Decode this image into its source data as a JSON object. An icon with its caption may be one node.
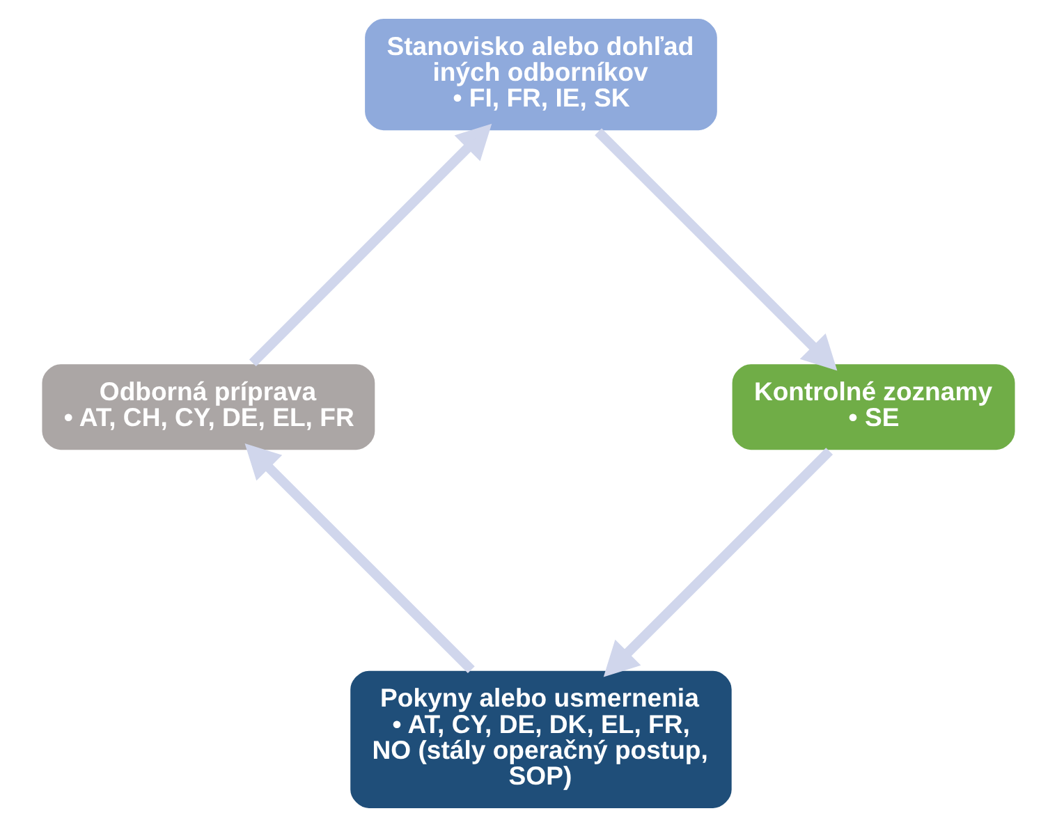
{
  "diagram": {
    "nodes": [
      {
        "text": [
          "Pokyny alebo usmernenia",
          "• AT, CY, DE, DK, EL, FR, NO (stály operačný postup, SOP)"
        ]
      },
      {
        "text": [
          "Kontrolné zoznamy",
          "• SE"
        ]
      },
      {
        "text": [
          "Odborná príprava",
          "• AT, CH, CY, DE, EL, FR"
        ]
      },
      {
        "text": [
          "Stanovisko alebo dohľad iných odborníkov",
          "• FI, FR, IE, SK"
        ]
      }
    ],
    "edges": [
      {
        "from": 0,
        "to": 2,
        "arrow": "to"
      },
      {
        "from": 2,
        "to": 3,
        "arrow": "to"
      },
      {
        "from": 3,
        "to": 1,
        "arrow": "to"
      },
      {
        "from": 1,
        "to": 0,
        "arrow": "to"
      }
    ]
  }
}
